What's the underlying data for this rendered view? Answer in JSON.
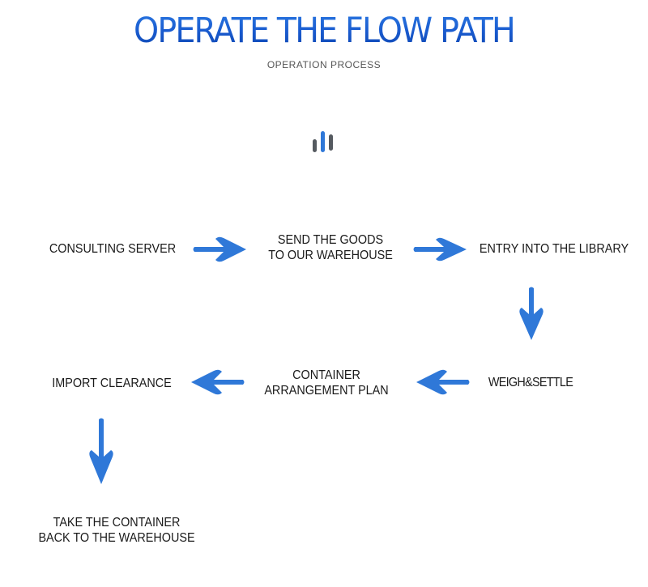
{
  "header": {
    "title": "OPERATE THE FLOW PATH",
    "subtitle": "OPERATION PROCESS"
  },
  "decoration": {
    "icon": "bar-chart-icon",
    "colors": {
      "accent": "#2f78d8",
      "neutral": "#555a60"
    }
  },
  "flow": {
    "steps": [
      {
        "label": "CONSULTING SERVER"
      },
      {
        "label_line1": "SEND THE GOODS",
        "label_line2": "TO OUR WAREHOUSE"
      },
      {
        "label": "ENTRY INTO THE LIBRARY"
      },
      {
        "label": "WEIGH&SETTLE"
      },
      {
        "label_line1": "CONTAINER",
        "label_line2": "ARRANGEMENT PLAN"
      },
      {
        "label": "IMPORT CLEARANCE"
      },
      {
        "label_line1": "TAKE THE CONTAINER",
        "label_line2": "BACK TO THE WAREHOUSE"
      }
    ],
    "arrows": [
      {
        "from": 1,
        "to": 2,
        "direction": "right",
        "icon": "arrow-right-icon"
      },
      {
        "from": 2,
        "to": 3,
        "direction": "right",
        "icon": "arrow-right-icon"
      },
      {
        "from": 3,
        "to": 4,
        "direction": "down",
        "icon": "arrow-down-icon"
      },
      {
        "from": 4,
        "to": 5,
        "direction": "left",
        "icon": "arrow-left-icon"
      },
      {
        "from": 5,
        "to": 6,
        "direction": "left",
        "icon": "arrow-left-icon"
      },
      {
        "from": 6,
        "to": 7,
        "direction": "down",
        "icon": "arrow-down-icon"
      }
    ],
    "arrow_color": "#2f78d8"
  }
}
